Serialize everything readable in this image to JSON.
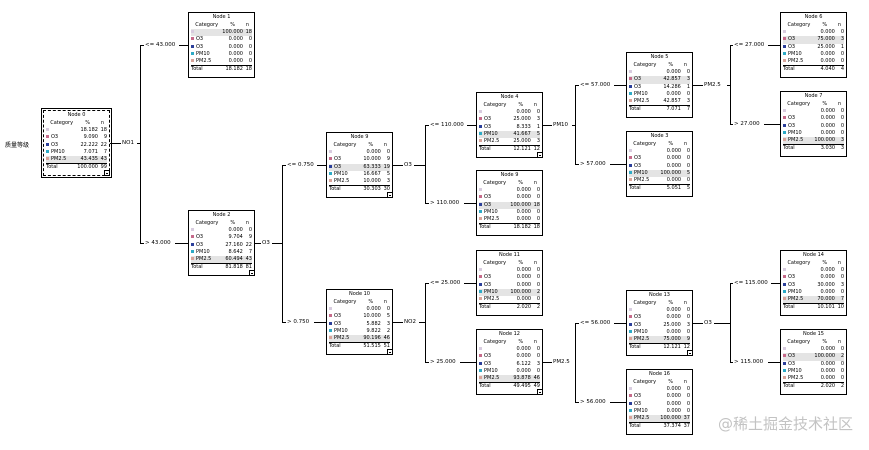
{
  "colors": {
    "blank": "#d8ccdf",
    "O3": "#c66a8a",
    "CO": "#2b3f9a",
    "PM10": "#2dabc7",
    "PM25": "#d9a49a"
  },
  "root_label": "质量等级",
  "watermark": "@稀土掘金技术社区",
  "header": {
    "cat": "Category",
    "pct": "%",
    "n": "n"
  },
  "total_label": "Total",
  "nodes": [
    {
      "title": "Node 0",
      "rows": [
        {
          "name": "",
          "pct": "18.182",
          "n": "18"
        },
        {
          "name": "O3",
          "pct": "9.090",
          "n": "9"
        },
        {
          "name": "O3",
          "pct": "22.222",
          "n": "22"
        },
        {
          "name": "PM10",
          "pct": "7.071",
          "n": "7"
        },
        {
          "name": "PM2.5",
          "pct": "43.435",
          "n": "43"
        }
      ],
      "total": {
        "pct": "100.000",
        "n": "99"
      }
    },
    {
      "title": "Node 1",
      "rows": [
        {
          "name": "",
          "pct": "100.000",
          "n": "18"
        },
        {
          "name": "O3",
          "pct": "0.000",
          "n": "0"
        },
        {
          "name": "O3",
          "pct": "0.000",
          "n": "0"
        },
        {
          "name": "PM10",
          "pct": "0.000",
          "n": "0"
        },
        {
          "name": "PM2.5",
          "pct": "0.000",
          "n": "0"
        }
      ],
      "total": {
        "pct": "18.182",
        "n": "18"
      }
    },
    {
      "title": "Node 2",
      "rows": [
        {
          "name": "",
          "pct": "0.000",
          "n": "0"
        },
        {
          "name": "O3",
          "pct": "9.704",
          "n": "9"
        },
        {
          "name": "O3",
          "pct": "27.160",
          "n": "22"
        },
        {
          "name": "PM10",
          "pct": "8.642",
          "n": "7"
        },
        {
          "name": "PM2.5",
          "pct": "60.494",
          "n": "43"
        }
      ],
      "total": {
        "pct": "81.818",
        "n": "81"
      }
    },
    {
      "title": "Node 9",
      "rows": [
        {
          "name": "",
          "pct": "0.000",
          "n": "0"
        },
        {
          "name": "O3",
          "pct": "10.000",
          "n": "9"
        },
        {
          "name": "O3",
          "pct": "63.333",
          "n": "19"
        },
        {
          "name": "PM10",
          "pct": "16.667",
          "n": "5"
        },
        {
          "name": "PM2.5",
          "pct": "10.000",
          "n": "3"
        }
      ],
      "total": {
        "pct": "30.303",
        "n": "30"
      }
    },
    {
      "title": "Node 10",
      "rows": [
        {
          "name": "",
          "pct": "0.000",
          "n": "0"
        },
        {
          "name": "O3",
          "pct": "10.000",
          "n": "5"
        },
        {
          "name": "O3",
          "pct": "5.882",
          "n": "3"
        },
        {
          "name": "PM10",
          "pct": "9.822",
          "n": "2"
        },
        {
          "name": "PM2.5",
          "pct": "90.196",
          "n": "46"
        }
      ],
      "total": {
        "pct": "51.515",
        "n": "51"
      }
    },
    {
      "title": "Node 4",
      "rows": [
        {
          "name": "",
          "pct": "0.000",
          "n": "0"
        },
        {
          "name": "O3",
          "pct": "25.000",
          "n": "3"
        },
        {
          "name": "O3",
          "pct": "8.333",
          "n": "1"
        },
        {
          "name": "PM10",
          "pct": "41.667",
          "n": "5"
        },
        {
          "name": "PM2.5",
          "pct": "25.000",
          "n": "3"
        }
      ],
      "total": {
        "pct": "12.121",
        "n": "12"
      }
    },
    {
      "title": "Node 9",
      "rows": [
        {
          "name": "",
          "pct": "0.000",
          "n": "0"
        },
        {
          "name": "O3",
          "pct": "0.000",
          "n": "0"
        },
        {
          "name": "O3",
          "pct": "100.000",
          "n": "18"
        },
        {
          "name": "PM10",
          "pct": "0.000",
          "n": "0"
        },
        {
          "name": "PM2.5",
          "pct": "0.000",
          "n": "0"
        }
      ],
      "total": {
        "pct": "18.182",
        "n": "18"
      }
    },
    {
      "title": "Node 11",
      "rows": [
        {
          "name": "",
          "pct": "0.000",
          "n": "0"
        },
        {
          "name": "O3",
          "pct": "0.000",
          "n": "0"
        },
        {
          "name": "O3",
          "pct": "0.000",
          "n": "0"
        },
        {
          "name": "PM10",
          "pct": "100.000",
          "n": "2"
        },
        {
          "name": "PM2.5",
          "pct": "0.000",
          "n": "0"
        }
      ],
      "total": {
        "pct": "2.020",
        "n": "2"
      }
    },
    {
      "title": "Node 12",
      "rows": [
        {
          "name": "",
          "pct": "0.000",
          "n": "0"
        },
        {
          "name": "O3",
          "pct": "0.000",
          "n": "0"
        },
        {
          "name": "O3",
          "pct": "6.122",
          "n": "3"
        },
        {
          "name": "PM10",
          "pct": "0.000",
          "n": "0"
        },
        {
          "name": "PM2.5",
          "pct": "93.878",
          "n": "46"
        }
      ],
      "total": {
        "pct": "49.495",
        "n": "49"
      }
    },
    {
      "title": "Node 5",
      "rows": [
        {
          "name": "",
          "pct": "0.000",
          "n": "0"
        },
        {
          "name": "O3",
          "pct": "42.857",
          "n": "3"
        },
        {
          "name": "O3",
          "pct": "14.286",
          "n": "1"
        },
        {
          "name": "PM10",
          "pct": "0.000",
          "n": "0"
        },
        {
          "name": "PM2.5",
          "pct": "42.857",
          "n": "3"
        }
      ],
      "total": {
        "pct": "7.071",
        "n": "7"
      }
    },
    {
      "title": "Node 3",
      "rows": [
        {
          "name": "",
          "pct": "0.000",
          "n": "0"
        },
        {
          "name": "O3",
          "pct": "0.000",
          "n": "0"
        },
        {
          "name": "O3",
          "pct": "0.000",
          "n": "0"
        },
        {
          "name": "PM10",
          "pct": "100.000",
          "n": "5"
        },
        {
          "name": "PM2.5",
          "pct": "0.000",
          "n": "0"
        }
      ],
      "total": {
        "pct": "5.051",
        "n": "5"
      }
    },
    {
      "title": "Node 13",
      "rows": [
        {
          "name": "",
          "pct": "0.000",
          "n": "0"
        },
        {
          "name": "O3",
          "pct": "0.000",
          "n": "0"
        },
        {
          "name": "O3",
          "pct": "25.000",
          "n": "3"
        },
        {
          "name": "PM10",
          "pct": "0.000",
          "n": "0"
        },
        {
          "name": "PM2.5",
          "pct": "75.000",
          "n": "9"
        }
      ],
      "total": {
        "pct": "12.121",
        "n": "12"
      }
    },
    {
      "title": "Node 16",
      "rows": [
        {
          "name": "",
          "pct": "0.000",
          "n": "0"
        },
        {
          "name": "O3",
          "pct": "0.000",
          "n": "0"
        },
        {
          "name": "O3",
          "pct": "0.000",
          "n": "0"
        },
        {
          "name": "PM10",
          "pct": "0.000",
          "n": "0"
        },
        {
          "name": "PM2.5",
          "pct": "100.000",
          "n": "37"
        }
      ],
      "total": {
        "pct": "37.374",
        "n": "37"
      }
    },
    {
      "title": "Node 6",
      "rows": [
        {
          "name": "",
          "pct": "0.000",
          "n": "0"
        },
        {
          "name": "O3",
          "pct": "75.000",
          "n": "3"
        },
        {
          "name": "O3",
          "pct": "25.000",
          "n": "1"
        },
        {
          "name": "PM10",
          "pct": "0.000",
          "n": "0"
        },
        {
          "name": "PM2.5",
          "pct": "0.000",
          "n": "0"
        }
      ],
      "total": {
        "pct": "4.040",
        "n": "4"
      }
    },
    {
      "title": "Node 7",
      "rows": [
        {
          "name": "",
          "pct": "0.000",
          "n": "0"
        },
        {
          "name": "O3",
          "pct": "0.000",
          "n": "0"
        },
        {
          "name": "O3",
          "pct": "0.000",
          "n": "0"
        },
        {
          "name": "PM10",
          "pct": "0.000",
          "n": "0"
        },
        {
          "name": "PM2.5",
          "pct": "100.000",
          "n": "3"
        }
      ],
      "total": {
        "pct": "3.030",
        "n": "3"
      }
    },
    {
      "title": "Node 14",
      "rows": [
        {
          "name": "",
          "pct": "0.000",
          "n": "0"
        },
        {
          "name": "O3",
          "pct": "0.000",
          "n": "0"
        },
        {
          "name": "O3",
          "pct": "30.000",
          "n": "3"
        },
        {
          "name": "PM10",
          "pct": "0.000",
          "n": "0"
        },
        {
          "name": "PM2.5",
          "pct": "70.000",
          "n": "7"
        }
      ],
      "total": {
        "pct": "10.101",
        "n": "10"
      }
    },
    {
      "title": "Node 15",
      "rows": [
        {
          "name": "",
          "pct": "0.000",
          "n": "0"
        },
        {
          "name": "O3",
          "pct": "100.000",
          "n": "2"
        },
        {
          "name": "O3",
          "pct": "0.000",
          "n": "0"
        },
        {
          "name": "PM10",
          "pct": "0.000",
          "n": "0"
        },
        {
          "name": "PM2.5",
          "pct": "0.000",
          "n": "0"
        }
      ],
      "total": {
        "pct": "2.020",
        "n": "2"
      }
    }
  ],
  "splits": [
    {
      "variable": "NO1",
      "branches": [
        "<= 43.000",
        "> 43.000"
      ]
    },
    {
      "variable": "O3",
      "branches": [
        "<= 0.750",
        "> 0.750"
      ]
    },
    {
      "variable": "O3",
      "branches": [
        "<= 110.000",
        "> 110.000"
      ]
    },
    {
      "variable": "NO2",
      "branches": [
        "<= 25.000",
        "> 25.000"
      ]
    },
    {
      "variable": "PM10",
      "branches": [
        "<= 57.000",
        "> 57.000"
      ]
    },
    {
      "variable": "PM2.5",
      "branches": [
        "<= 56.000",
        "> 56.000"
      ]
    },
    {
      "variable": "PM2.5",
      "branches": [
        "<= 27.000",
        "> 27.000"
      ]
    },
    {
      "variable": "O3",
      "branches": [
        "<= 115.000",
        "> 115.000"
      ]
    }
  ]
}
